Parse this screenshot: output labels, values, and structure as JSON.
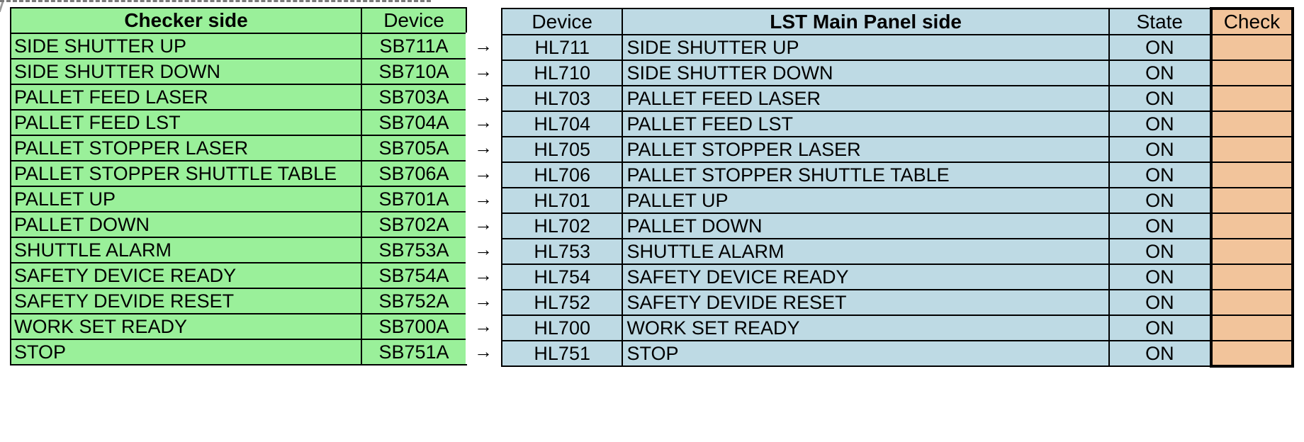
{
  "checker_table": {
    "headers": {
      "description": "Checker side",
      "device": "Device"
    },
    "rows": [
      {
        "description": "SIDE SHUTTER UP",
        "device": "SB711A"
      },
      {
        "description": "SIDE SHUTTER DOWN",
        "device": "SB710A"
      },
      {
        "description": "PALLET FEED LASER",
        "device": "SB703A"
      },
      {
        "description": "PALLET FEED LST",
        "device": "SB704A"
      },
      {
        "description": "PALLET STOPPER LASER",
        "device": "SB705A"
      },
      {
        "description": "PALLET STOPPER SHUTTLE TABLE",
        "device": "SB706A"
      },
      {
        "description": "PALLET UP",
        "device": "SB701A"
      },
      {
        "description": "PALLET DOWN",
        "device": "SB702A"
      },
      {
        "description": "SHUTTLE ALARM",
        "device": "SB753A"
      },
      {
        "description": "SAFETY DEVICE READY",
        "device": "SB754A"
      },
      {
        "description": "SAFETY DEVIDE RESET",
        "device": "SB752A"
      },
      {
        "description": "WORK SET READY",
        "device": "SB700A"
      },
      {
        "description": "STOP",
        "device": "SB751A"
      }
    ]
  },
  "arrow_column": {
    "icon": "right-arrow-icon",
    "glyph": "→",
    "count": 13
  },
  "lst_table": {
    "headers": {
      "device": "Device",
      "description": "LST Main Panel side",
      "state": "State",
      "check": "Check"
    },
    "rows": [
      {
        "device": "HL711",
        "description": "SIDE SHUTTER UP",
        "state": "ON",
        "check": ""
      },
      {
        "device": "HL710",
        "description": "SIDE SHUTTER DOWN",
        "state": "ON",
        "check": ""
      },
      {
        "device": "HL703",
        "description": "PALLET FEED LASER",
        "state": "ON",
        "check": ""
      },
      {
        "device": "HL704",
        "description": "PALLET FEED LST",
        "state": "ON",
        "check": ""
      },
      {
        "device": "HL705",
        "description": "PALLET STOPPER LASER",
        "state": "ON",
        "check": ""
      },
      {
        "device": "HL706",
        "description": "PALLET STOPPER SHUTTLE TABLE",
        "state": "ON",
        "check": ""
      },
      {
        "device": "HL701",
        "description": "PALLET UP",
        "state": "ON",
        "check": ""
      },
      {
        "device": "HL702",
        "description": "PALLET DOWN",
        "state": "ON",
        "check": ""
      },
      {
        "device": "HL753",
        "description": "SHUTTLE ALARM",
        "state": "ON",
        "check": ""
      },
      {
        "device": "HL754",
        "description": "SAFETY DEVICE READY",
        "state": "ON",
        "check": ""
      },
      {
        "device": "HL752",
        "description": "SAFETY DEVIDE RESET",
        "state": "ON",
        "check": ""
      },
      {
        "device": "HL700",
        "description": "WORK SET READY",
        "state": "ON",
        "check": ""
      },
      {
        "device": "HL751",
        "description": "STOP",
        "state": "ON",
        "check": ""
      }
    ]
  },
  "colors": {
    "checker_fill": "#9AF09A",
    "lst_fill": "#BEDAE4",
    "check_fill": "#F2C49B",
    "border": "#000000",
    "page_background": "#FFFFFF"
  }
}
